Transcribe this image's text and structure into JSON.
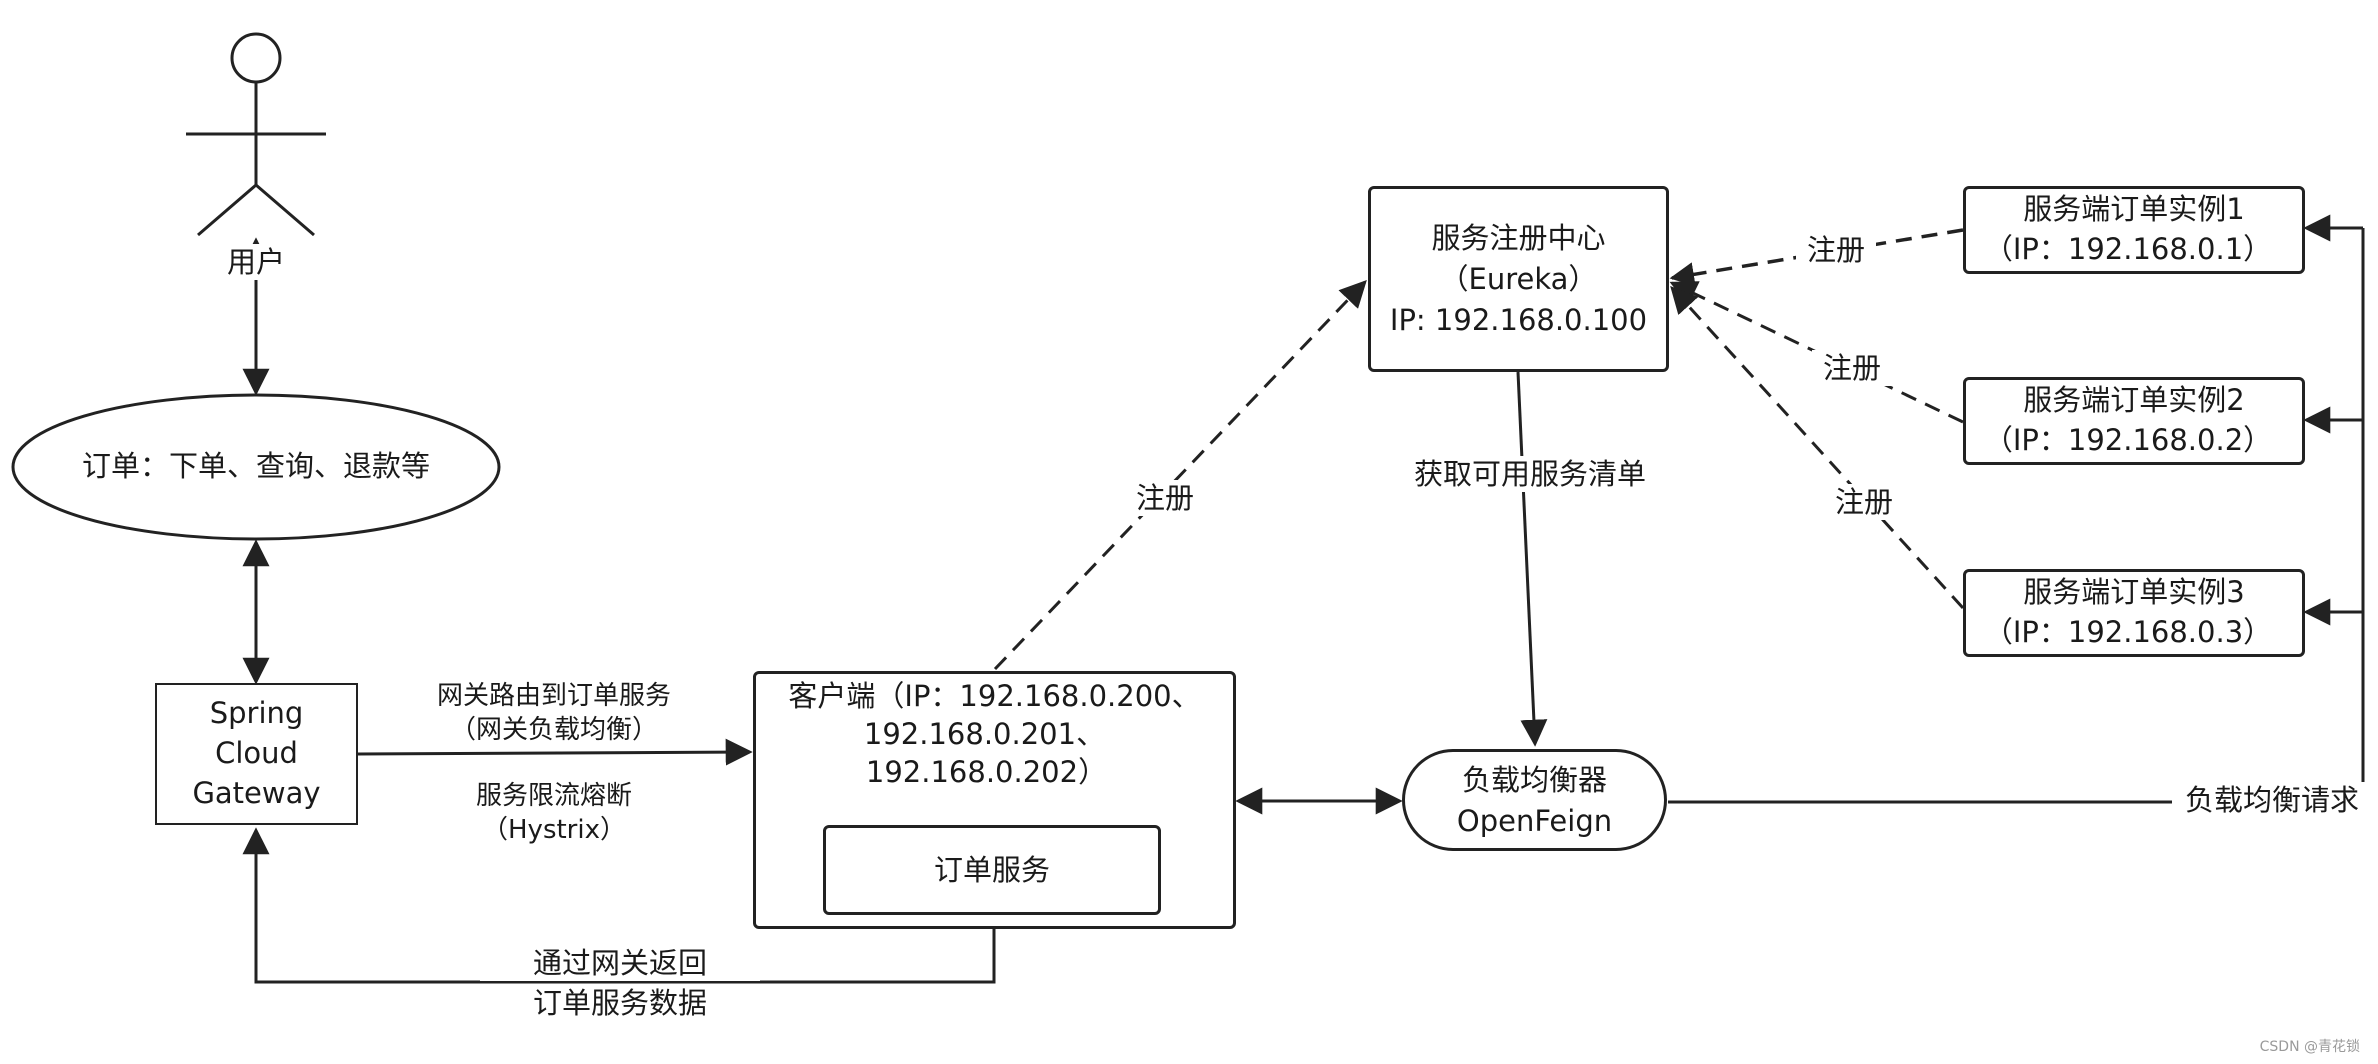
{
  "user": {
    "label": "用户"
  },
  "order_ellipse": {
    "label": "订单：下单、查询、退款等"
  },
  "gateway": {
    "line1": "Spring",
    "line2": "Cloud",
    "line3": "Gateway"
  },
  "route_label": {
    "line1": "网关路由到订单服务",
    "line2": "（网关负载均衡）"
  },
  "circuit_label": {
    "line1": "服务限流熔断",
    "line2": "（Hystrix）"
  },
  "return_label": {
    "line1": "通过网关返回",
    "line2": "订单服务数据"
  },
  "client": {
    "line1": "客户端（IP：192.168.0.200、",
    "line2": "192.168.0.201、",
    "line3": "192.168.0.202）",
    "inner": "订单服务"
  },
  "registry": {
    "line1": "服务注册中心",
    "line2": "（Eureka）",
    "line3": "IP: 192.168.0.100"
  },
  "register_client": "注册",
  "fetch_label": "获取可用服务清单",
  "balancer": {
    "line1": "负载均衡器",
    "line2": "OpenFeign"
  },
  "lb_request": "负载均衡请求",
  "instances": [
    {
      "title": "服务端订单实例1",
      "ip": "（IP：192.168.0.1）",
      "register": "注册"
    },
    {
      "title": "服务端订单实例2",
      "ip": "（IP：192.168.0.2）",
      "register": "注册"
    },
    {
      "title": "服务端订单实例3",
      "ip": "（IP：192.168.0.3）",
      "register": "注册"
    }
  ],
  "watermark": "CSDN @青花锁"
}
